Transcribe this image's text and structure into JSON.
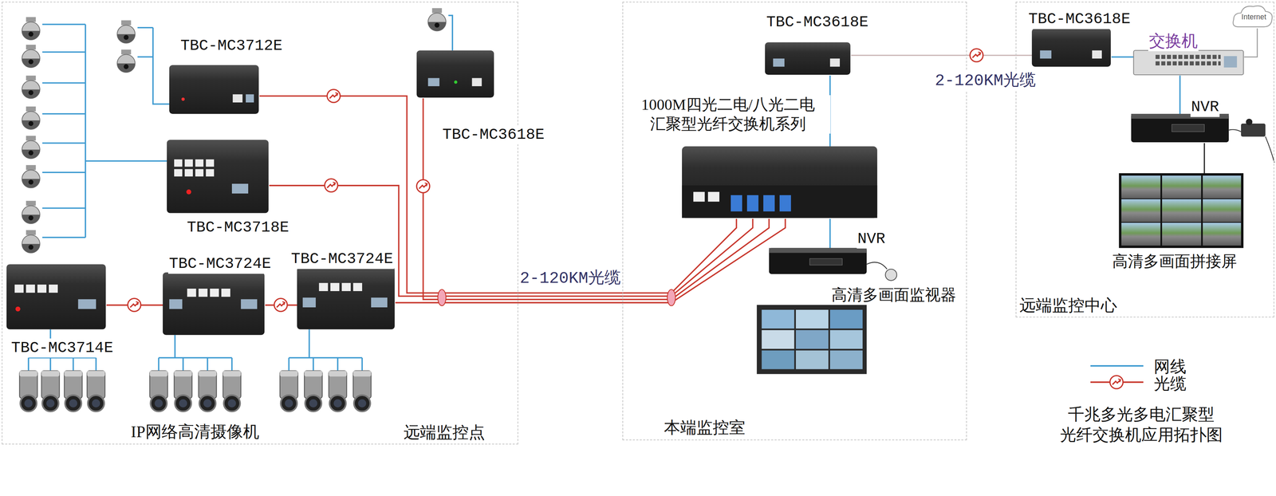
{
  "diagram": {
    "caption": "千兆多光多电汇聚型 光纤交换机应用拓扑图",
    "nodes": [
      {
        "text": [
          "远端监控点"
        ]
      },
      {
        "text": [
          "TBC-MC3712E"
        ],
        "in": 0
      },
      {
        "text": [
          "TBC-MC3718E"
        ],
        "in": 0
      },
      {
        "text": [
          "TBC-MC3618E"
        ],
        "in": 0
      },
      {
        "text": [
          "TBC-MC3714E"
        ],
        "in": 0
      },
      {
        "text": [
          "TBC-MC3724E"
        ],
        "in": 0
      },
      {
        "text": [
          "TBC-MC3724E"
        ],
        "in": 0
      },
      {
        "text": [
          "本端监控室"
        ]
      },
      {
        "text": [
          "TBC-MC3618E"
        ],
        "in": 7
      },
      {
        "text": [
          "1000M四光二电/八光二电 汇聚型光纤交换机系列"
        ],
        "in": 7
      },
      {
        "text": [
          "NVR"
        ],
        "in": 7
      },
      {
        "text": [
          "高清多画面监视器"
        ],
        "in": 7
      },
      {
        "text": [
          "远端监控中心"
        ]
      },
      {
        "text": [
          "TBC-MC3618E"
        ],
        "in": 12
      },
      {
        "text": [
          "交换机"
        ],
        "in": 12
      },
      {
        "text": [
          "NVR"
        ],
        "in": 12
      },
      {
        "text": [
          "高清多画面拼接屏"
        ],
        "in": 12
      },
      {
        "text": [
          "Internet"
        ],
        "in": 12
      }
    ],
    "edges": [
      {
        "from": 1,
        "to": 9,
        "arrow": "none"
      },
      {
        "from": 2,
        "to": 9,
        "arrow": "none"
      },
      {
        "from": 3,
        "to": 9,
        "arrow": "none"
      },
      {
        "from": 6,
        "to": 9,
        "arrow": "none"
      },
      {
        "from": 4,
        "to": 5,
        "arrow": "none"
      },
      {
        "from": 5,
        "to": 6,
        "arrow": "none"
      },
      {
        "from": 8,
        "to": 9,
        "arrow": "none"
      },
      {
        "from": 9,
        "to": 10,
        "arrow": "none"
      },
      {
        "from": 8,
        "to": 13,
        "label": "2-120KM光缆",
        "arrow": "none"
      },
      {
        "from": 13,
        "to": 14,
        "arrow": "none"
      },
      {
        "from": 14,
        "to": 15,
        "arrow": "none"
      },
      {
        "from": 15,
        "to": 16,
        "arrow": "none"
      },
      {
        "from": 17,
        "to": 14,
        "arrow": "none"
      }
    ],
    "labels": [
      "IP网络高清摄像机",
      "2-120KM光缆"
    ],
    "legend": [
      {
        "text": "网线"
      },
      {
        "text": "光缆"
      }
    ]
  }
}
